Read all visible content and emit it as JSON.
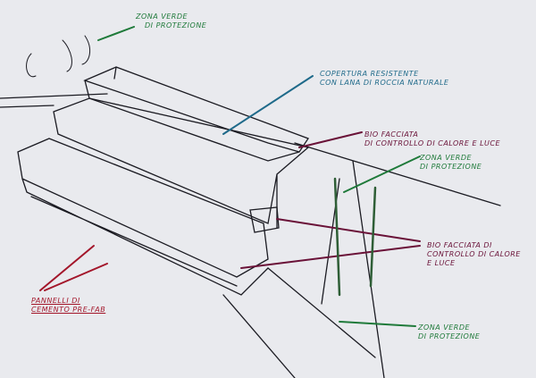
{
  "colors": {
    "paper": "#e9eaee",
    "ink": "#1b1b22",
    "green": "#1f7a3a",
    "blue": "#1f6a8a",
    "purple": "#6a1238",
    "red": "#a3162a"
  },
  "labels": {
    "green_top": [
      "Zona verde",
      "di protezione"
    ],
    "roof": [
      "Copertura resistente",
      "con lana di roccia naturale"
    ],
    "bio_top": [
      "Bio facciata",
      "di controllo di calore e luce"
    ],
    "green_mid": [
      "Zona verde",
      "di protezione"
    ],
    "bio_mid": [
      "Bio facciata di",
      "controllo di calore",
      "e luce"
    ],
    "panels": [
      "Pannelli di",
      "cemento pre-fab"
    ],
    "green_bottom": [
      "Zona verde",
      "di protezione"
    ]
  }
}
